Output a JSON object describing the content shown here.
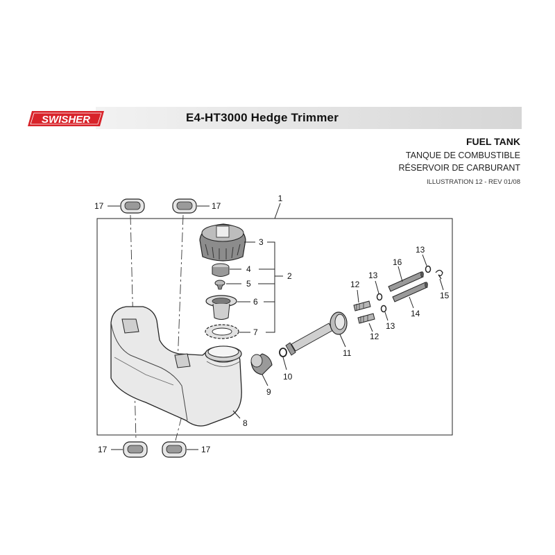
{
  "header": {
    "brand": "SWISHER",
    "title": "E4-HT3000 Hedge Trimmer"
  },
  "section": {
    "title": "FUEL TANK",
    "subtitle_es": "TANQUE DE COMBUSTIBLE",
    "subtitle_fr": "RÉSERVOIR DE CARBURANT",
    "illustration": "ILLUSTRATION 12 - REV 01/08"
  },
  "callouts": {
    "c1": "1",
    "c2": "2",
    "c3": "3",
    "c4": "4",
    "c5": "5",
    "c6": "6",
    "c7": "7",
    "c8": "8",
    "c9": "9",
    "c10": "10",
    "c11": "11",
    "c12a": "12",
    "c12b": "12",
    "c13a": "13",
    "c13b": "13",
    "c13c": "13",
    "c14": "14",
    "c15": "15",
    "c16": "16",
    "c17a": "17",
    "c17b": "17",
    "c17c": "17",
    "c17d": "17"
  },
  "colors": {
    "brand_red": "#d8232a",
    "header_gray": "#d6d6d6",
    "line": "#222222"
  }
}
